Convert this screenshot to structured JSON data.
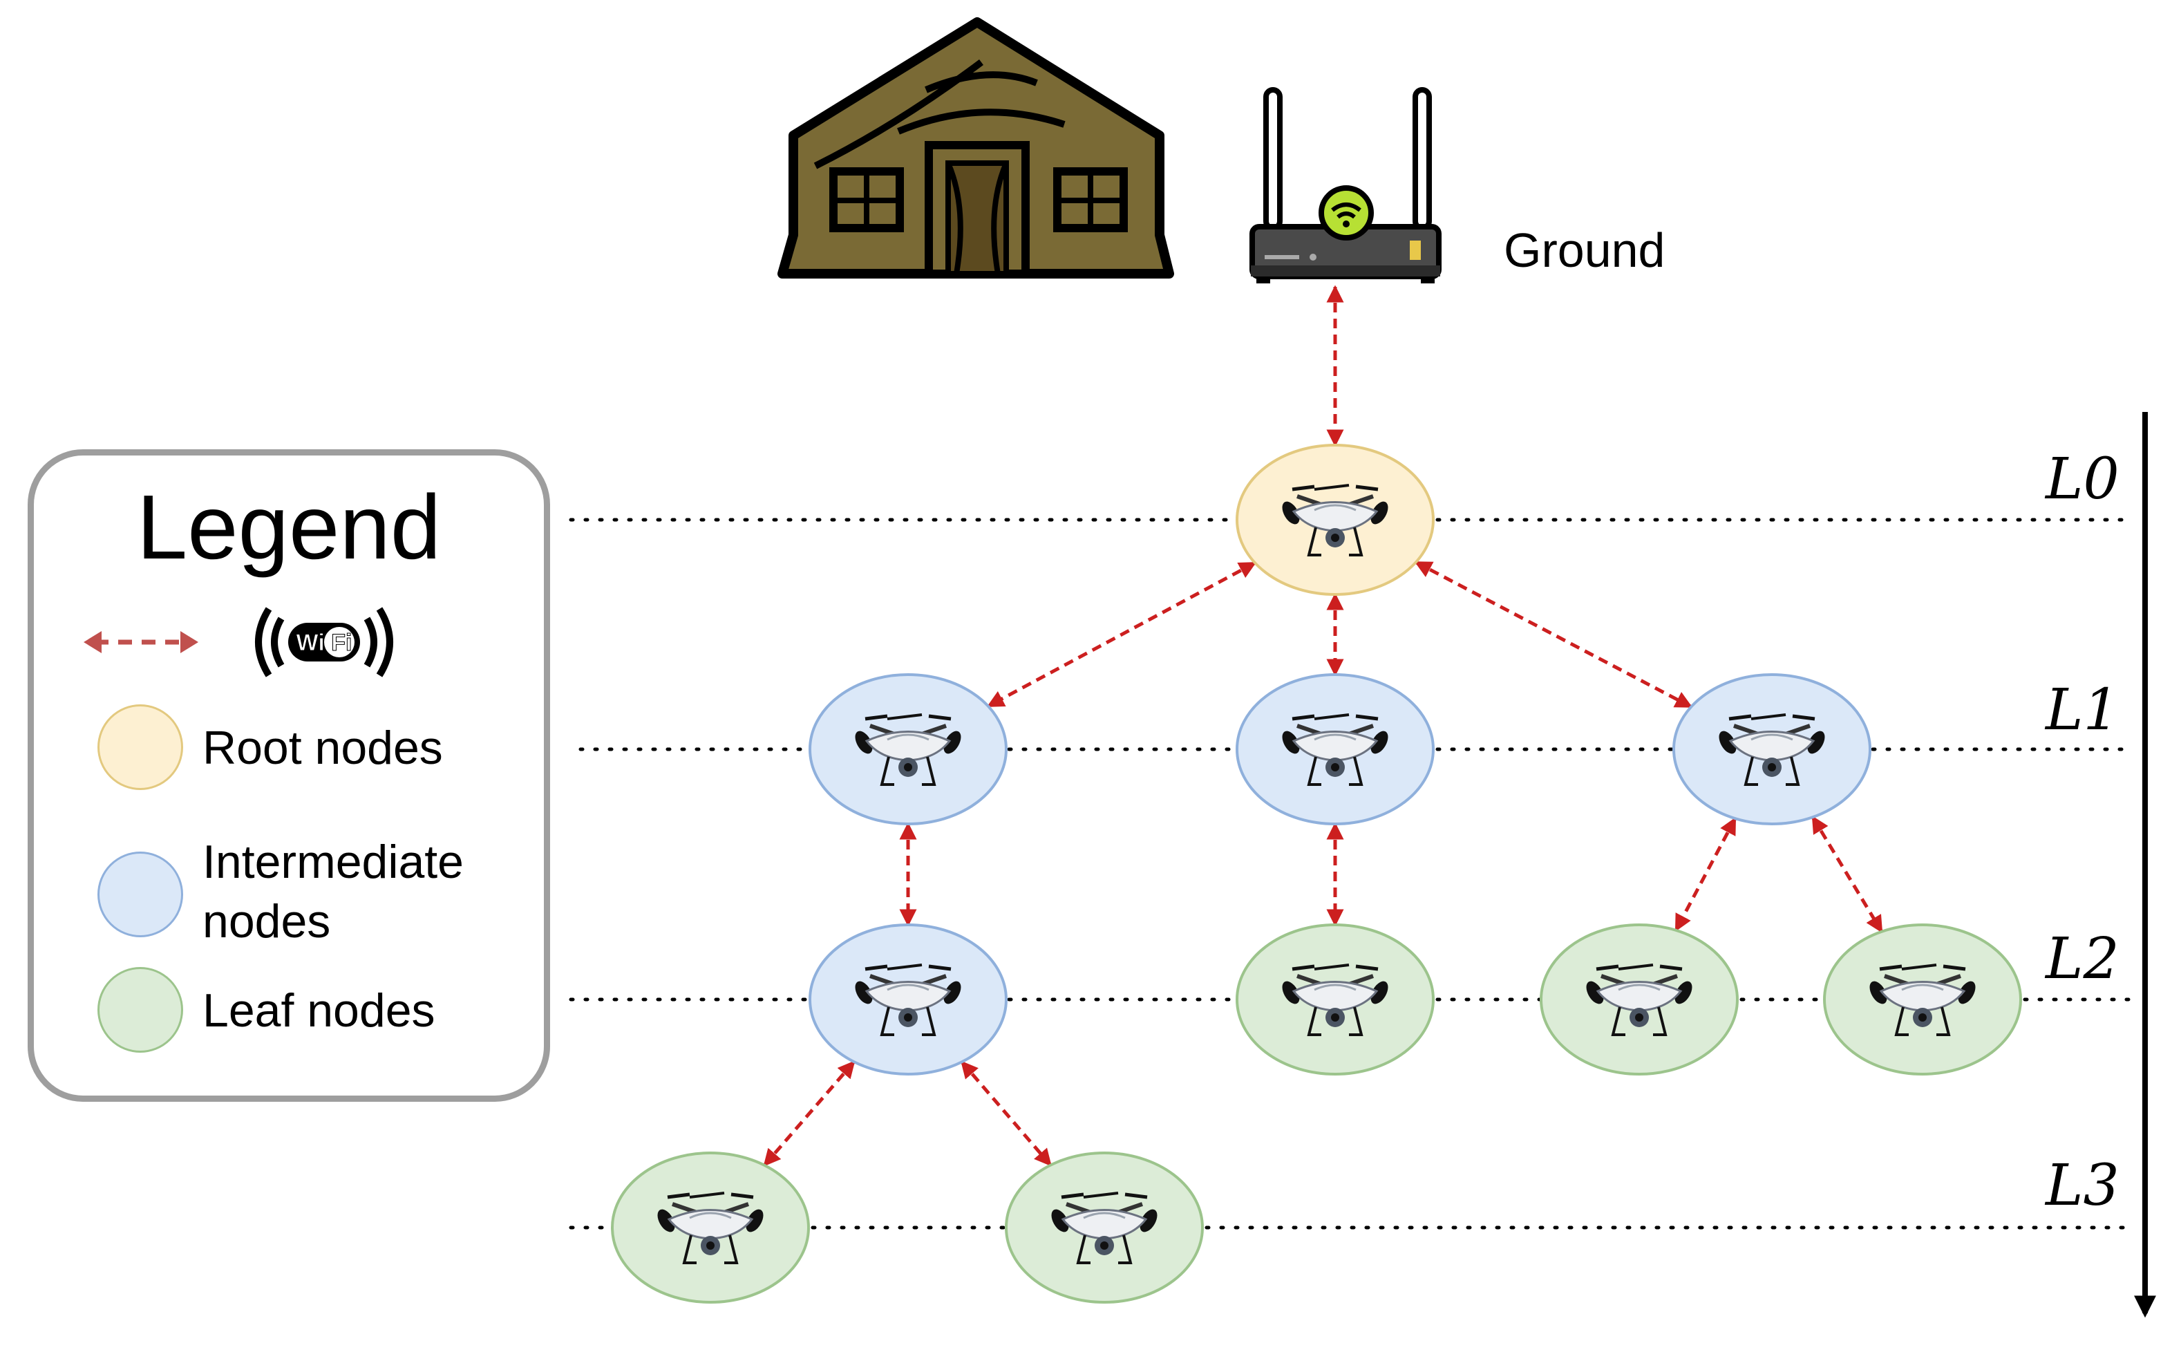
{
  "ground": {
    "label": "Ground"
  },
  "levels": [
    "L0",
    "L1",
    "L2",
    "L3"
  ],
  "legend": {
    "title": "Legend",
    "wifi_icon_text": "Wi Fi",
    "items": [
      {
        "label": "Root nodes",
        "line2": ""
      },
      {
        "label": "Intermediate",
        "line2": "nodes"
      },
      {
        "label": "Leaf nodes",
        "line2": ""
      }
    ]
  },
  "colors": {
    "root_fill": "#fdf0d2",
    "root_stroke": "#e3c97f",
    "intermediate_fill": "#dbe8f8",
    "intermediate_stroke": "#8fb0dc",
    "leaf_fill": "#dcecd7",
    "leaf_stroke": "#9cc48c",
    "link": "#cc1f1f",
    "tent": "#7a6a35"
  },
  "nodes": [
    {
      "id": "r0",
      "type": "root",
      "level": 0
    },
    {
      "id": "a1",
      "type": "intermediate",
      "level": 1
    },
    {
      "id": "b1",
      "type": "intermediate",
      "level": 1
    },
    {
      "id": "c1",
      "type": "intermediate",
      "level": 1
    },
    {
      "id": "a2",
      "type": "intermediate",
      "level": 2
    },
    {
      "id": "b2",
      "type": "leaf",
      "level": 2
    },
    {
      "id": "c2",
      "type": "leaf",
      "level": 2
    },
    {
      "id": "d2",
      "type": "leaf",
      "level": 2
    },
    {
      "id": "a3",
      "type": "leaf",
      "level": 3
    },
    {
      "id": "b3",
      "type": "leaf",
      "level": 3
    }
  ],
  "links": [
    [
      "router",
      "r0"
    ],
    [
      "r0",
      "a1"
    ],
    [
      "r0",
      "b1"
    ],
    [
      "r0",
      "c1"
    ],
    [
      "a1",
      "a2"
    ],
    [
      "b1",
      "b2"
    ],
    [
      "c1",
      "c2"
    ],
    [
      "c1",
      "d2"
    ],
    [
      "a2",
      "a3"
    ],
    [
      "a2",
      "b3"
    ]
  ]
}
